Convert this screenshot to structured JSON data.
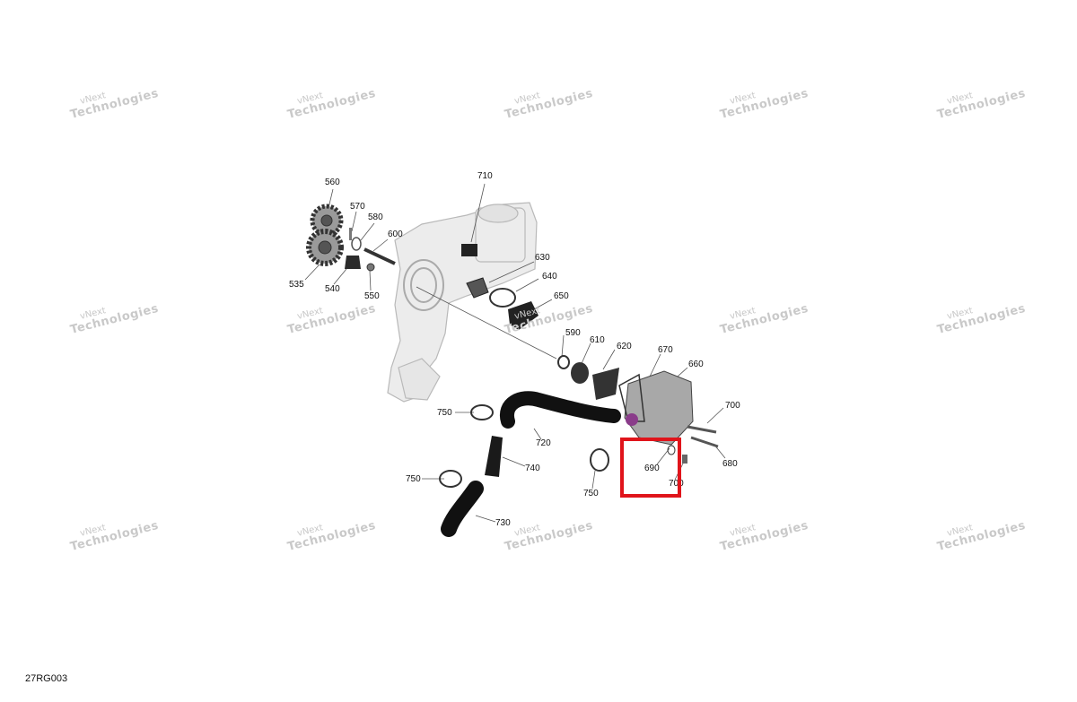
{
  "diagram_code": "27RG003",
  "watermark": {
    "line1": "vNext",
    "line2": "Technologies"
  },
  "highlight_color": "#e0141b",
  "callouts": [
    "560",
    "570",
    "580",
    "600",
    "710",
    "535",
    "540",
    "550",
    "630",
    "640",
    "650",
    "590",
    "610",
    "620",
    "670",
    "660",
    "700",
    "680",
    "690",
    "700",
    "750",
    "720",
    "740",
    "750",
    "750",
    "730"
  ]
}
